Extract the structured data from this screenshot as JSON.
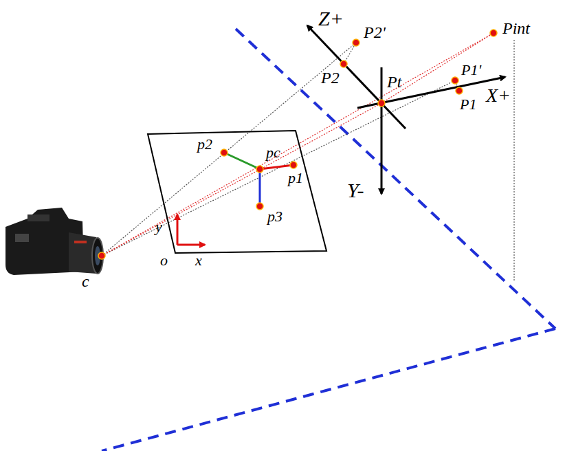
{
  "diagram": {
    "labels": [
      "Z+",
      "P2'",
      "Pint",
      "P2",
      "Pt",
      "P1'",
      "X+",
      "P1",
      "p2",
      "pc",
      "p1",
      "Y-",
      "p3",
      "y",
      "o",
      "x",
      "c"
    ]
  }
}
